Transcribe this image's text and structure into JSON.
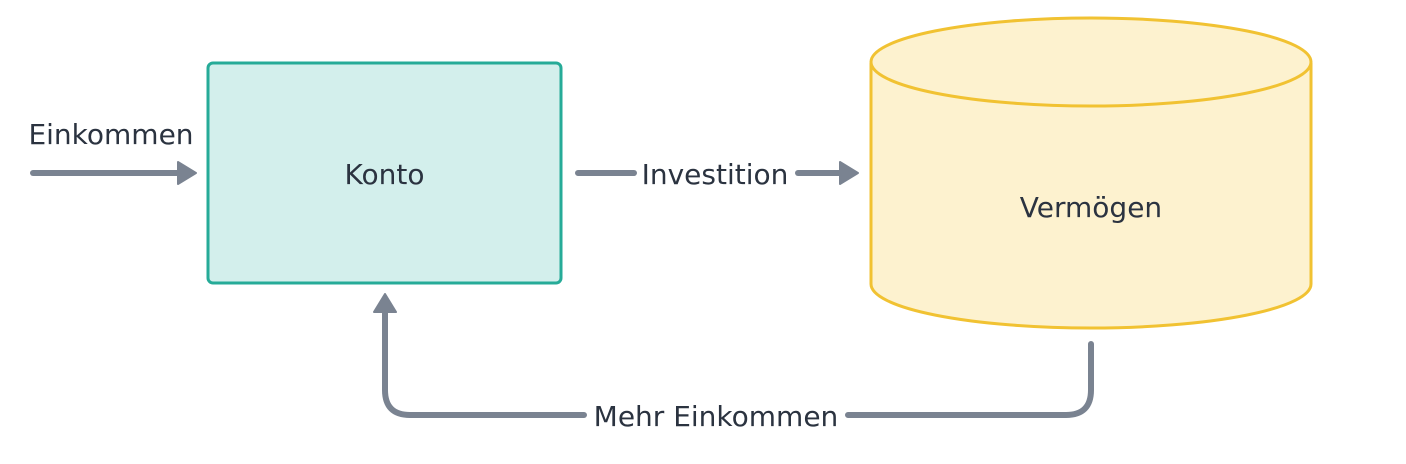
{
  "colors": {
    "background": "#ffffff",
    "arrow": "#7a8391",
    "text": "#2b3340",
    "konto_fill": "#d3efec",
    "konto_stroke": "#26ab98",
    "vermoegen_fill": "#fdf2cf",
    "vermoegen_stroke": "#f1c232"
  },
  "nodes": {
    "konto": {
      "label": "Konto",
      "shape": "rounded-rectangle"
    },
    "vermoegen": {
      "label": "Vermögen",
      "shape": "cylinder"
    }
  },
  "edges": {
    "einkommen": {
      "label": "Einkommen",
      "from": "",
      "to": "Konto"
    },
    "investition": {
      "label": "Investition",
      "from": "Konto",
      "to": "Vermögen"
    },
    "mehr_einkommen": {
      "label": "Mehr Einkommen",
      "from": "Vermögen",
      "to": "Konto"
    }
  }
}
